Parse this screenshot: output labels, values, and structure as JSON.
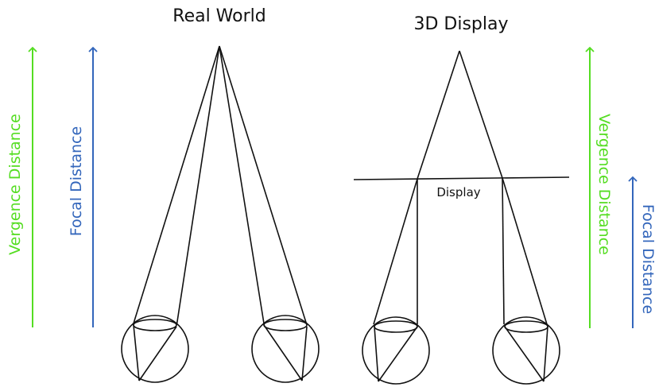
{
  "panels": {
    "real_world": {
      "title": "Real World"
    },
    "display_3d": {
      "title": "3D Display",
      "display_label": "Display"
    }
  },
  "labels": {
    "vergence_distance": "Vergence Distance",
    "focal_distance": "Focal Distance"
  },
  "colors": {
    "vergence": "#55dd22",
    "focal": "#3366bb",
    "line": "#111111"
  }
}
